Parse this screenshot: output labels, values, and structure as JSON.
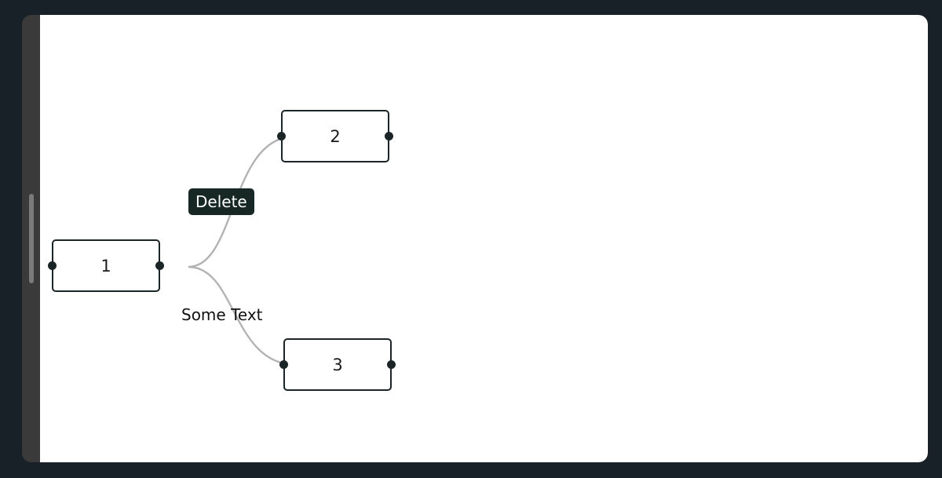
{
  "nodes": {
    "node_1": {
      "label": "1"
    },
    "node_2": {
      "label": "2"
    },
    "node_3": {
      "label": "3"
    }
  },
  "edges": {
    "edge_1_2": {
      "button_label": "Delete"
    },
    "edge_1_3": {
      "label": "Some Text"
    }
  },
  "colors": {
    "background": "#172127",
    "canvas": "#ffffff",
    "node_border": "#1b2426",
    "edge_stroke": "#b3b3b3",
    "button_bg": "#172724"
  }
}
